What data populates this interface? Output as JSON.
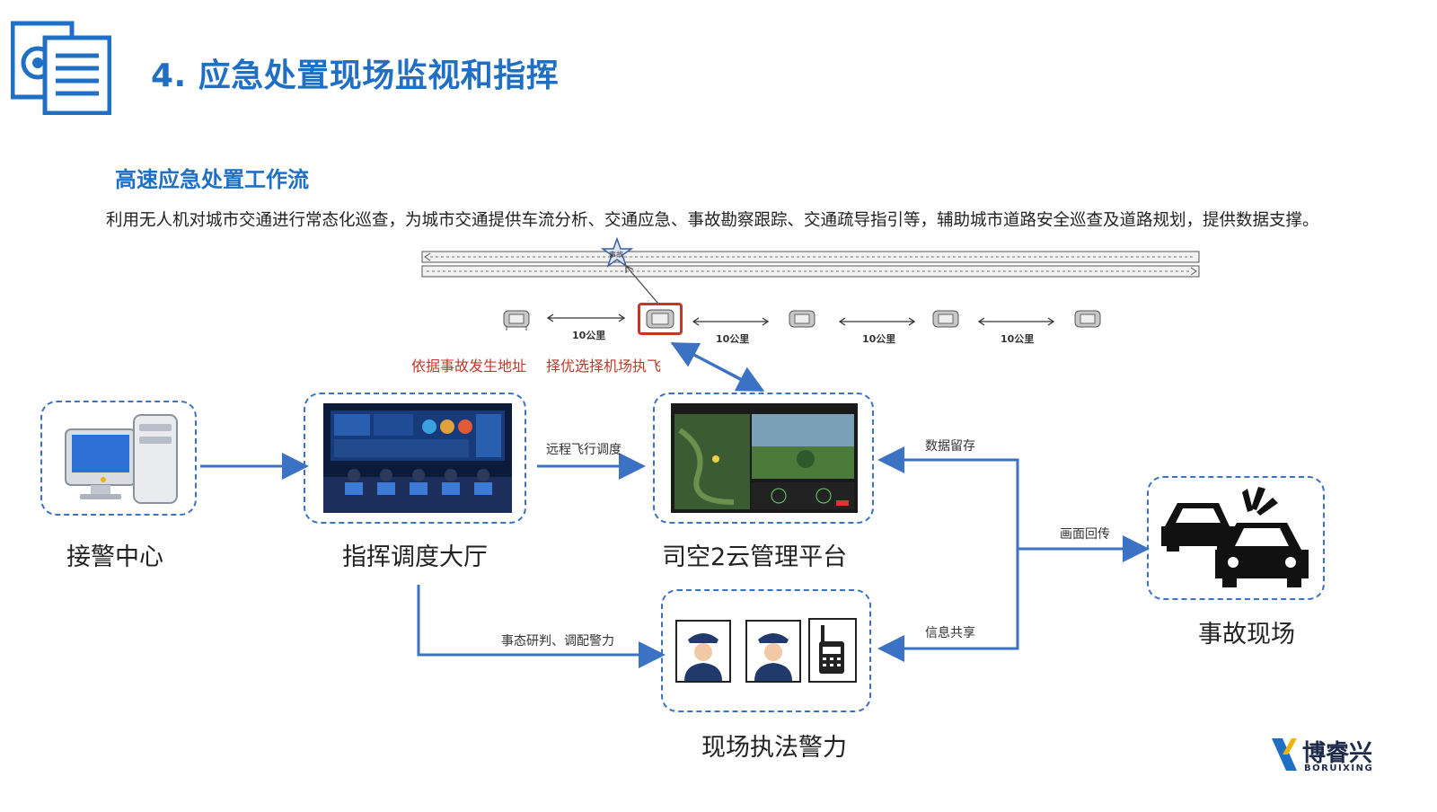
{
  "header": {
    "title": "4. 应急处置现场监视和指挥",
    "subtitle": "高速应急处置工作流",
    "description": "利用无人机对城市交通进行常态化巡查，为城市交通提供车流分析、交通应急、事故勘察跟踪、交通疏导指引等，辅助城市道路安全巡查及道路规划，提供数据支撑。"
  },
  "road": {
    "distances": [
      "10公里",
      "10公里",
      "10公里",
      "10公里"
    ],
    "incident_label": "事故"
  },
  "annotations": {
    "red_left": "依据事故发生地址",
    "red_right": "择优选择机场执飞"
  },
  "nodes": {
    "alarm_center": "接警中心",
    "command_hall": "指挥调度大厅",
    "cloud_platform": "司空2云管理平台",
    "field_police": "现场执法警力",
    "accident_scene": "事故现场"
  },
  "edges": {
    "remote_dispatch": "远程飞行调度",
    "data_retention": "数据留存",
    "video_return": "画面回传",
    "info_share": "信息共享",
    "situation_assess": "事态研判、调配警力"
  },
  "logo": {
    "name_cn": "博睿兴",
    "name_en": "BORUIXING"
  },
  "colors": {
    "accent": "#1f6fc5",
    "flow": "#3b72c4",
    "alert": "#c0392b"
  }
}
